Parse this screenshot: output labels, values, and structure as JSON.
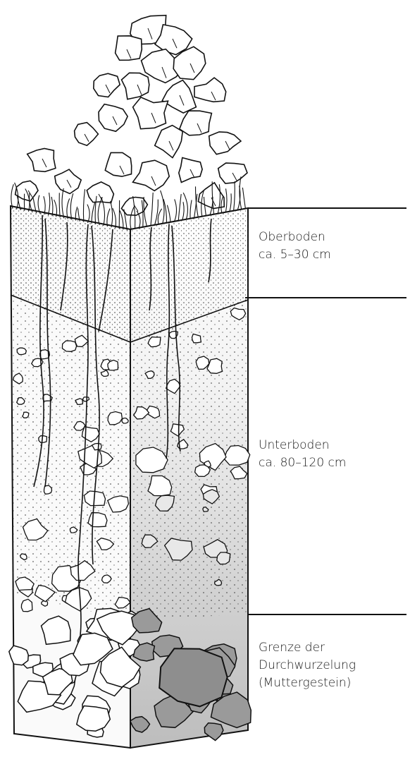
{
  "figure": {
    "colors": {
      "ink": "#111111",
      "paper": "#ffffff",
      "topsoil_fill": "#f3f3f3",
      "subsoil_fill": "#f7f7f7",
      "subsoil_shade": "#d4d4d4",
      "bedrock_fill": "#9a9a9a",
      "divider_line": "#111111"
    },
    "layers": [
      {
        "id": "oberboden",
        "lines": [
          "Oberboden",
          "ca. 5–30 cm"
        ]
      },
      {
        "id": "unterboden",
        "lines": [
          "Unterboden",
          "ca. 80–120 cm"
        ]
      },
      {
        "id": "grenze",
        "lines": [
          "Grenze der",
          "Durchwurzelung",
          "(Muttergestein)"
        ]
      }
    ]
  }
}
